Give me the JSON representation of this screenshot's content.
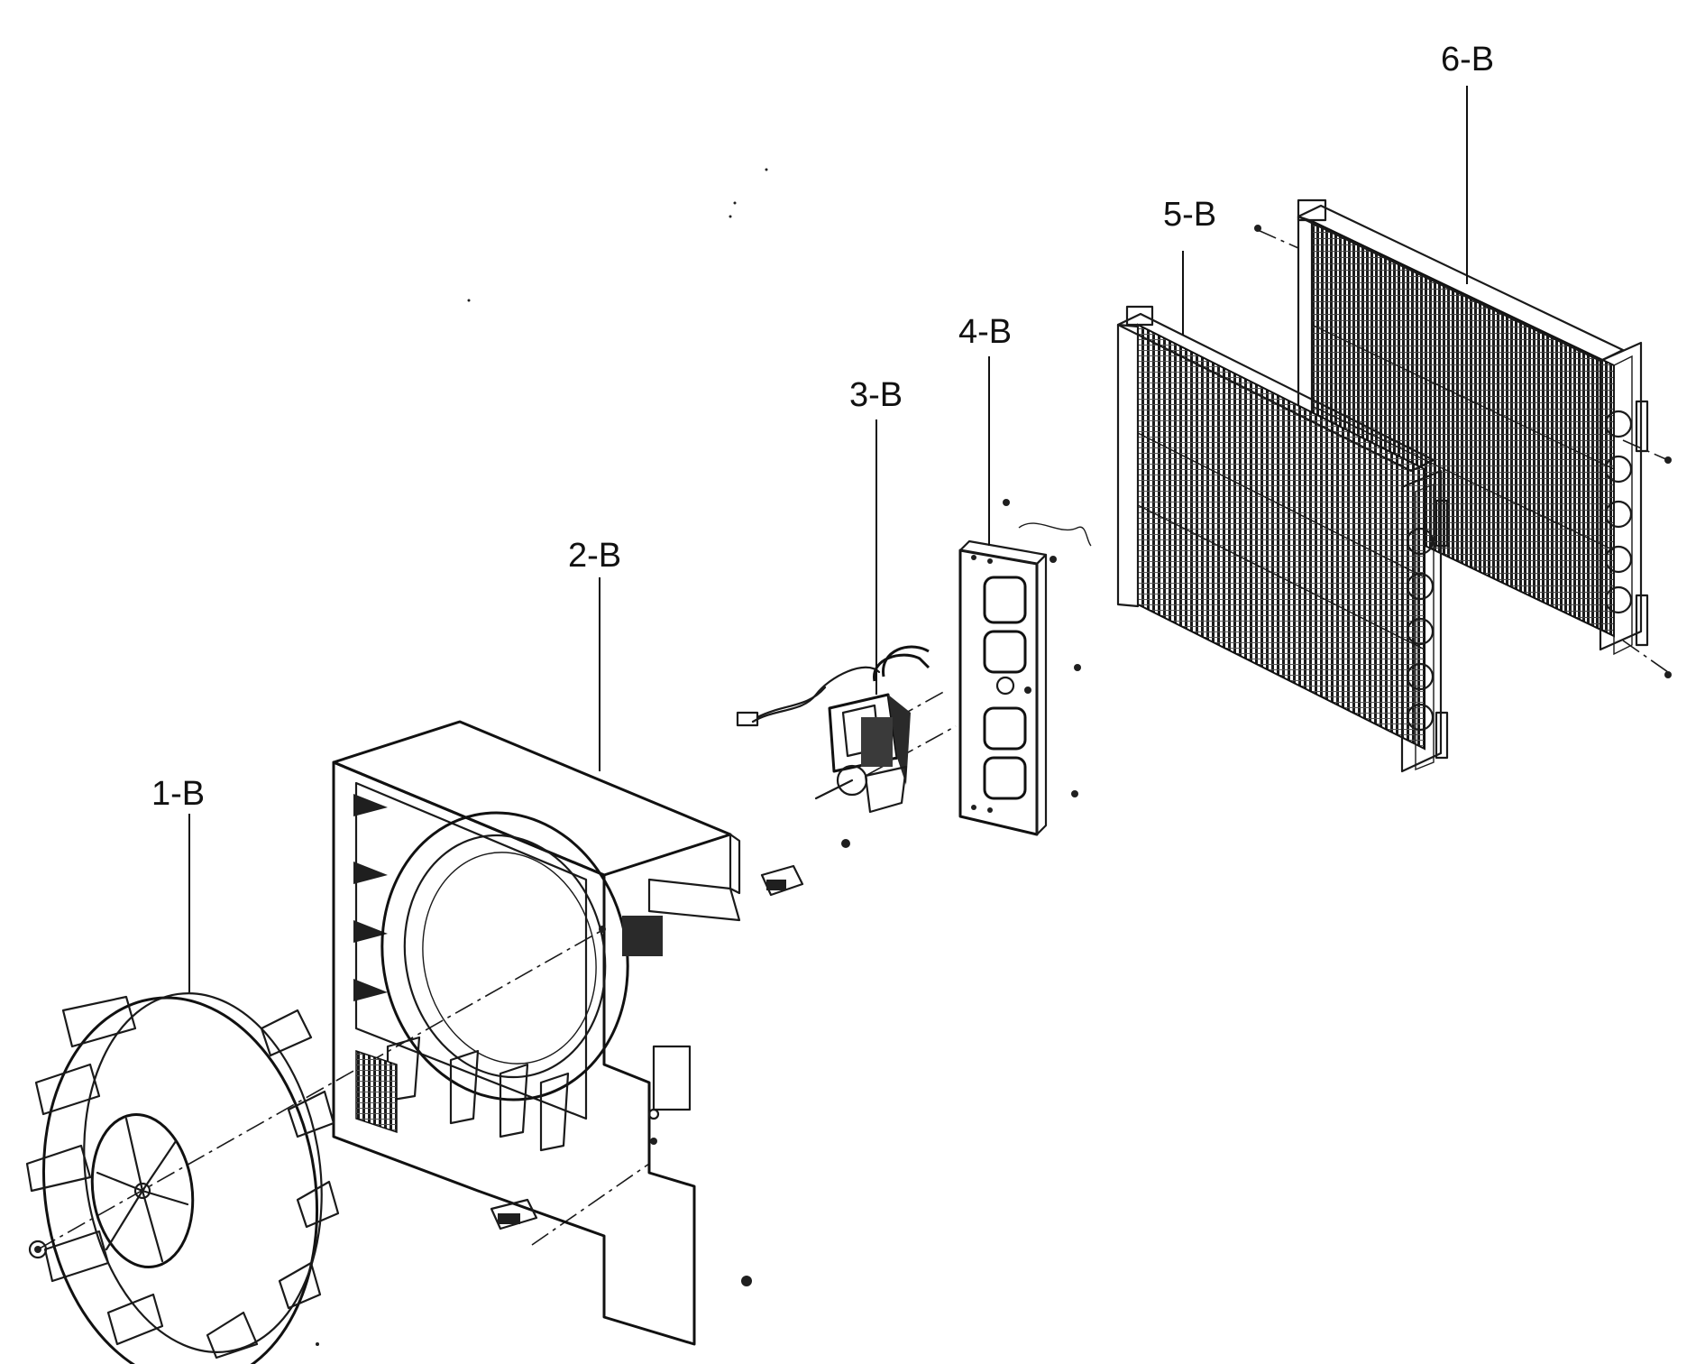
{
  "diagram": {
    "type": "exploded-parts-view",
    "parts": [
      {
        "id": "fan",
        "label": "1-B"
      },
      {
        "id": "blower-housing",
        "label": "2-B"
      },
      {
        "id": "motor",
        "label": "3-B"
      },
      {
        "id": "motor-bracket",
        "label": "4-B"
      },
      {
        "id": "evaporator-coil",
        "label": "5-B"
      },
      {
        "id": "condenser-coil",
        "label": "6-B"
      }
    ]
  }
}
